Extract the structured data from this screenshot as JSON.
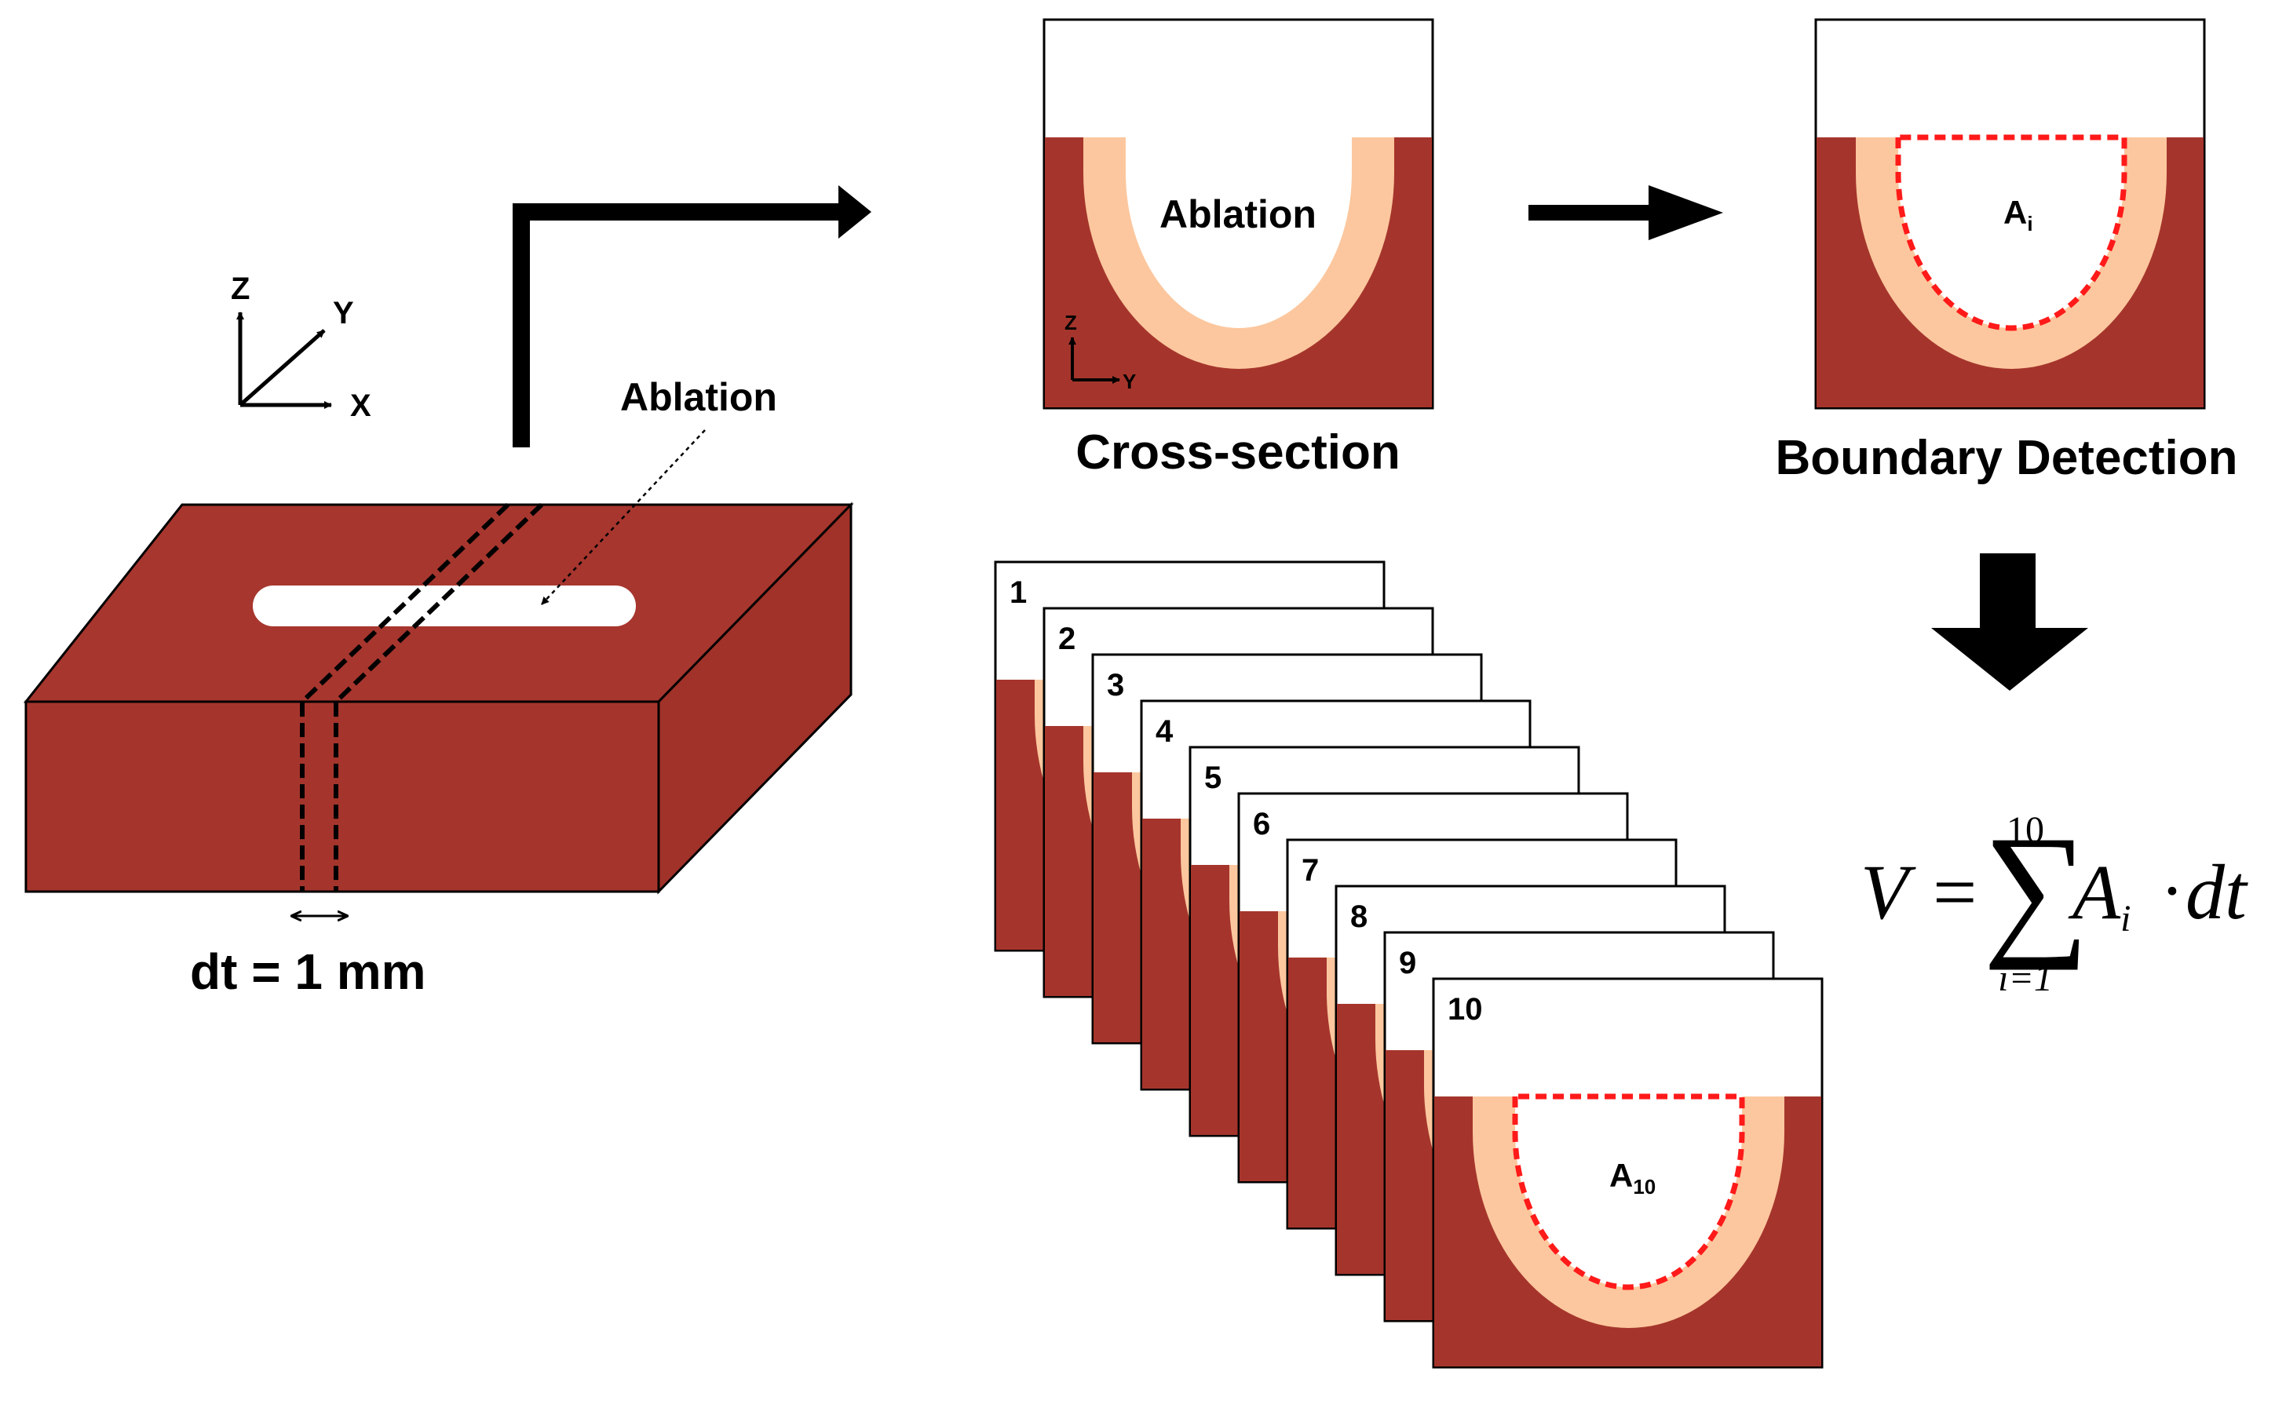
{
  "colors": {
    "tissue": "#A5352C",
    "tissue_top": "#A7362E",
    "tissue_side": "#A03229",
    "ablation_rim": "#FCC79E",
    "boundary": "#FF1A1A",
    "arrow": "#000000"
  },
  "axes3d": {
    "z": "Z",
    "y": "Y",
    "x": "X"
  },
  "block": {
    "ablation_label": "Ablation",
    "thickness_label": "dt = 1 mm"
  },
  "cross_section": {
    "title": "Cross-section",
    "ablation_label": "Ablation",
    "axis_z": "Z",
    "axis_y": "Y"
  },
  "boundary_detection": {
    "title": "Boundary Detection",
    "area_base": "A",
    "area_sub": "i"
  },
  "slices": {
    "labels": [
      "1",
      "2",
      "3",
      "4",
      "5",
      "6",
      "7",
      "8",
      "9",
      "10"
    ],
    "last_area_base": "A",
    "last_area_sub": "10"
  },
  "formula": {
    "lhs": "V",
    "equals": "=",
    "sum_symbol": "∑",
    "upper": "10",
    "lower": "i=1",
    "term_base": "A",
    "term_sub": "i",
    "dot": "·",
    "term_tail": "dt"
  }
}
